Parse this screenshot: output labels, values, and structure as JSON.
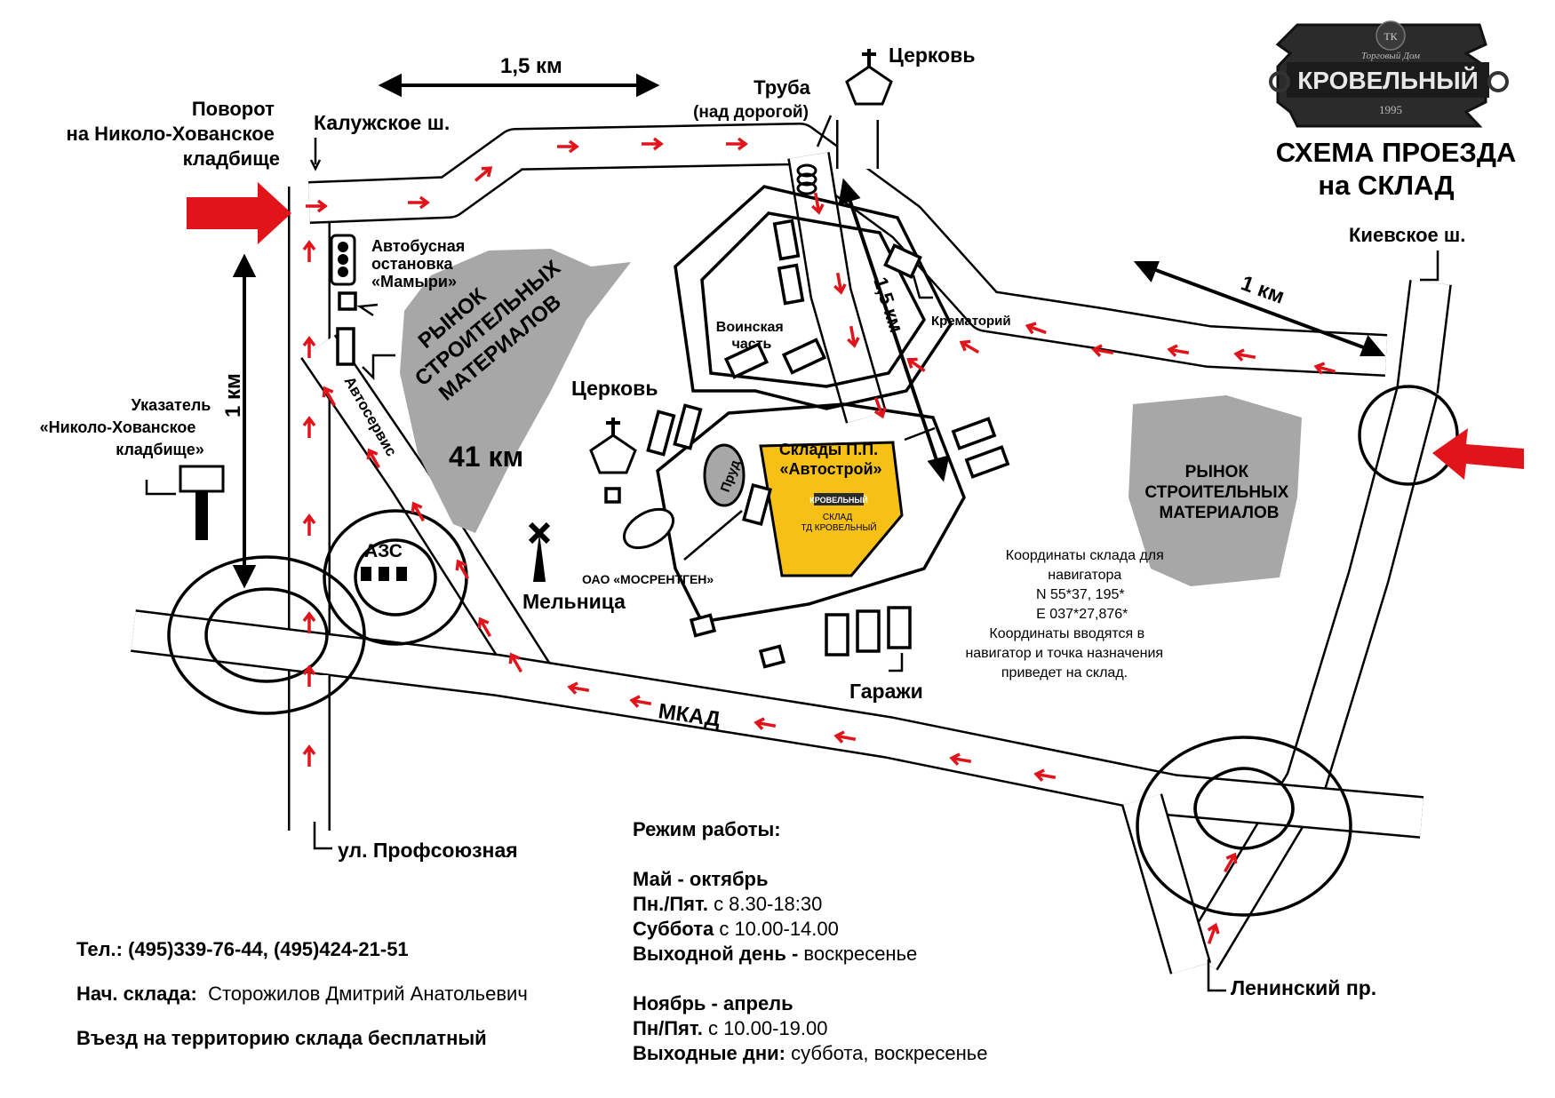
{
  "header": {
    "title_line1": "СХЕМА ПРОЕЗДА",
    "title_line2": "на СКЛАД"
  },
  "logo": {
    "top_text": "Торговый Дом",
    "name": "КРОВЕЛЬНЫЙ",
    "year": "1995",
    "emblem": "ТК"
  },
  "colors": {
    "arrow": "#e0141a",
    "warehouse": "#f6c114",
    "market": "#a7a7a7",
    "road_outline": "#000000"
  },
  "distances": {
    "top": "1,5 км",
    "left": "1 км",
    "vertical": "1,5 км",
    "right": "1 км"
  },
  "labels": {
    "turn": [
      "Поворот",
      "на Николо-Хованское",
      "кладбище"
    ],
    "kaluzhskoe": "Калужское ш.",
    "truba": [
      "Труба",
      "(над дорогой)"
    ],
    "church_top": "Церковь",
    "kievskoe": "Киевское ш.",
    "bus_stop": [
      "Автобусная",
      "остановка",
      "«Мамыри»"
    ],
    "military": [
      "Воинская",
      "часть"
    ],
    "crematorium": "Крематорий",
    "church_center": "Церковь",
    "market_left": [
      "РЫНОК",
      "СТРОИТЕЛЬНЫХ",
      "МАТЕРИАЛОВ"
    ],
    "km41": "41 км",
    "sign": [
      "Указатель",
      "«Николо-Хованское",
      "кладбище»"
    ],
    "autoservice": "Автосервис",
    "azs": "АЗС",
    "mill": "Мельница",
    "mosrentgen": "ОАО «МОСРЕНТГЕН»",
    "pond": "Пруд",
    "warehouse_title": [
      "Склады П.П.",
      "«Автострой»"
    ],
    "warehouse_logo": "КРОВЕЛЬНЫЙ",
    "warehouse_sub": [
      "СКЛАД",
      "ТД КРОВЕЛЬНЫЙ"
    ],
    "garages": "Гаражи",
    "mkad": "МКАД",
    "market_right": [
      "РЫНОК",
      "СТРОИТЕЛЬНЫХ",
      "МАТЕРИАЛОВ"
    ],
    "coords": [
      "Координаты склада для",
      "навигатора",
      "N 55*37, 195*",
      "E 037*27,876*",
      "Координаты вводятся в",
      "навигатор и точка назначения",
      "приведет на склад."
    ],
    "profsoyuznaya": "ул. Профсоюзная",
    "leninsky": "Ленинский пр."
  },
  "contacts": {
    "phone_label": "Тел.:",
    "phone_value": "(495)339-76-44, (495)424-21-51",
    "chief_label": "Нач. склада:",
    "chief_value": "Сторожилов Дмитрий Анатольевич",
    "entry": "Въезд на территорию склада бесплатный"
  },
  "schedule": {
    "title": "Режим работы:",
    "summer_title": "Май - октябрь",
    "summer_weekday_label": "Пн./Пят.",
    "summer_weekday_value": "с 8.30-18:30",
    "summer_sat_label": "Суббота",
    "summer_sat_value": "с 10.00-14.00",
    "summer_off_label": "Выходной день -",
    "summer_off_value": "воскресенье",
    "winter_title": "Ноябрь - апрель",
    "winter_weekday_label": "Пн/Пят.",
    "winter_weekday_value": "с 10.00-19.00",
    "winter_off_label": "Выходные дни:",
    "winter_off_value": "суббота, воскресенье"
  }
}
